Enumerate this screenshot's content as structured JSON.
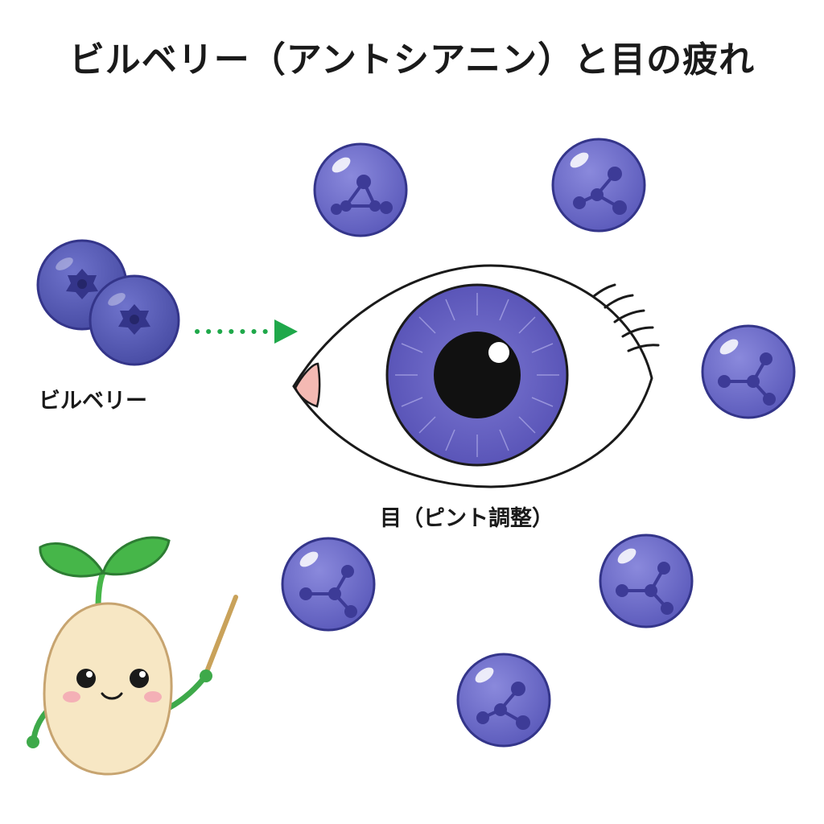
{
  "header": {
    "title": "ビルベリー（アントシアニン）と目の疲れ"
  },
  "labels": {
    "berry": "ビルベリー",
    "eye": "目（ピント調整）"
  },
  "icons": {
    "berries": "blueberry-icon",
    "arrow": "dotted-arrow-icon",
    "eye": "eye-icon",
    "molecule": "anthocyanin-molecule-icon",
    "mascot": "sprout-mascot-icon"
  },
  "colors": {
    "berry": "#5b5fb8",
    "berry_dark": "#34358a",
    "molecule": "#6a6ac8",
    "iris": "#6a66c2",
    "arrow": "#1fa84a",
    "leaf": "#46b649",
    "mascot_body": "#f7e7c4"
  }
}
